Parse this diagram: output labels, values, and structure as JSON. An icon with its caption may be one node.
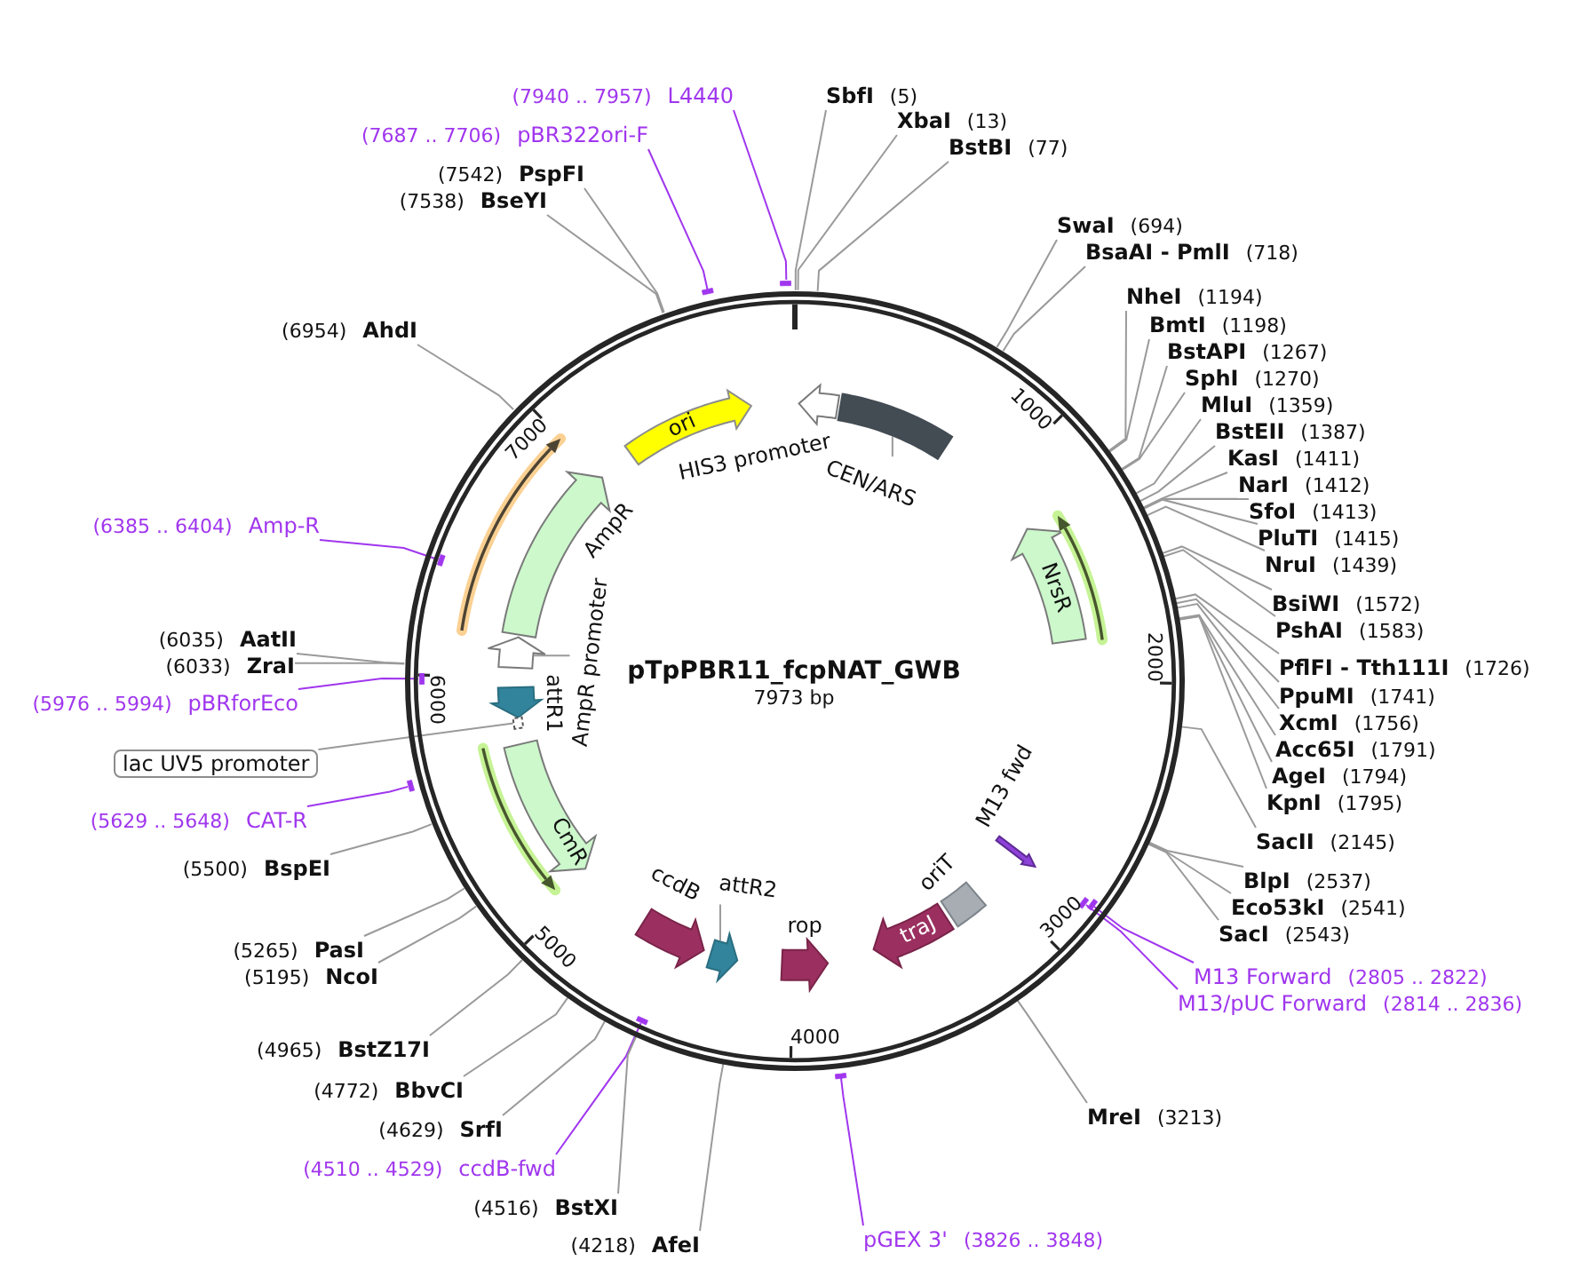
{
  "diagram": {
    "nodes": [
      {
        "text": [
          "pTpPBR11_fcpNAT_GWB",
          "7973 bp"
        ]
      },
      {
        "text": [
          "ori"
        ],
        "in": 0
      },
      {
        "text": [],
        "shape": "arrow",
        "in": 0,
        "beside": [
          "HIS3 promoter"
        ]
      },
      {
        "text": [],
        "shape": "bar",
        "in": 0
      },
      {
        "text": [
          "CEN/ARS"
        ],
        "in": 0
      },
      {
        "text": [],
        "shape": "arrow",
        "in": 0
      },
      {
        "text": [],
        "shape": "arrow",
        "in": 0,
        "beside": [
          "AmpR"
        ]
      },
      {
        "text": [],
        "shape": "arrow",
        "in": 0
      },
      {
        "text": [
          "AmpR promoter"
        ],
        "in": 0
      },
      {
        "text": [
          "NrsR"
        ],
        "in": 0
      },
      {
        "text": [],
        "shape": "arrow",
        "in": 0
      },
      {
        "text": [],
        "shape": "arrow",
        "in": 0,
        "beside": [
          "attR1"
        ]
      },
      {
        "text": [],
        "shape": "bar",
        "in": 0
      },
      {
        "text": [
          "CmR"
        ],
        "in": 0
      },
      {
        "text": [],
        "shape": "arrow",
        "in": 0
      },
      {
        "text": [],
        "shape": "arrow",
        "in": 0,
        "beside": [
          "M13 fwd"
        ]
      },
      {
        "text": [],
        "shape": "box",
        "in": 0,
        "beside": [
          "oriT"
        ]
      },
      {
        "text": [
          "traJ"
        ],
        "in": 0
      },
      {
        "text": [],
        "shape": "arrow",
        "in": 0,
        "beside": [
          "ccdB"
        ]
      },
      {
        "text": [],
        "shape": "arrow",
        "in": 0
      },
      {
        "text": [
          "attR2"
        ],
        "in": 0
      },
      {
        "text": [],
        "shape": "arrow",
        "in": 0,
        "beside": [
          "rop"
        ]
      },
      {
        "text": [
          "lac UV5 promoter"
        ]
      },
      {
        "text": [
          "SbfI",
          "(5)"
        ]
      },
      {
        "text": [
          "XbaI",
          "(13)"
        ]
      },
      {
        "text": [
          "BstBI",
          "(77)"
        ]
      },
      {
        "text": [
          "SwaI",
          "(694)"
        ]
      },
      {
        "text": [
          "BsaAI - PmlI",
          "(718)"
        ]
      },
      {
        "text": [
          "NheI",
          "(1194)"
        ]
      },
      {
        "text": [
          "BmtI",
          "(1198)"
        ]
      },
      {
        "text": [
          "BstAPI",
          "(1267)"
        ]
      },
      {
        "text": [
          "SphI",
          "(1270)"
        ]
      },
      {
        "text": [
          "MluI",
          "(1359)"
        ]
      },
      {
        "text": [
          "BstEII",
          "(1387)"
        ]
      },
      {
        "text": [
          "KasI",
          "(1411)"
        ]
      },
      {
        "text": [
          "NarI",
          "(1412)"
        ]
      },
      {
        "text": [
          "SfoI",
          "(1413)"
        ]
      },
      {
        "text": [
          "PluTI",
          "(1415)"
        ]
      },
      {
        "text": [
          "NruI",
          "(1439)"
        ]
      },
      {
        "text": [
          "BsiWI",
          "(1572)"
        ]
      },
      {
        "text": [
          "PshAI",
          "(1583)"
        ]
      },
      {
        "text": [
          "PflFI - Tth111I",
          "(1726)"
        ]
      },
      {
        "text": [
          "PpuMI",
          "(1741)"
        ]
      },
      {
        "text": [
          "XcmI",
          "(1756)"
        ]
      },
      {
        "text": [
          "Acc65I",
          "(1791)"
        ]
      },
      {
        "text": [
          "AgeI",
          "(1794)"
        ]
      },
      {
        "text": [
          "KpnI",
          "(1795)"
        ]
      },
      {
        "text": [
          "SacII",
          "(2145)"
        ]
      },
      {
        "text": [
          "BlpI",
          "(2537)"
        ]
      },
      {
        "text": [
          "Eco53kI",
          "(2541)"
        ]
      },
      {
        "text": [
          "SacI",
          "(2543)"
        ]
      },
      {
        "text": [
          "M13 Forward",
          "(2805 .. 2822)"
        ]
      },
      {
        "text": [],
        "shape": "bar",
        "in": 0
      },
      {
        "text": [
          "M13/pUC Forward",
          "(2814 .. 2836)"
        ]
      },
      {
        "text": [],
        "shape": "bar",
        "in": 0
      },
      {
        "text": [
          "MreI",
          "(3213)"
        ]
      },
      {
        "text": [
          "pGEX 3'",
          "(3826 .. 3848)"
        ]
      },
      {
        "text": [],
        "shape": "bar"
      },
      {
        "text": [
          "(4218)",
          "AfeI"
        ]
      },
      {
        "text": [
          "(4510 .. 4529)",
          "ccdB-fwd"
        ]
      },
      {
        "text": [],
        "shape": "bar",
        "in": 0
      },
      {
        "text": [
          "(4516)",
          "BstXI"
        ]
      },
      {
        "text": [
          "(4629)",
          "SrfI"
        ]
      },
      {
        "text": [
          "(4772)",
          "BbvCI"
        ]
      },
      {
        "text": [
          "(4965)",
          "BstZ17I"
        ]
      },
      {
        "text": [
          "(5195)",
          "NcoI"
        ]
      },
      {
        "text": [
          "(5265)",
          "PasI"
        ]
      },
      {
        "text": [
          "(5500)",
          "BspEI"
        ]
      },
      {
        "text": [
          "(5629 .. 5648)",
          "CAT-R"
        ]
      },
      {
        "text": [],
        "shape": "bar"
      },
      {
        "text": [
          "(5976 .. 5994)",
          "pBRforEco"
        ]
      },
      {
        "text": [],
        "shape": "bar",
        "in": 0
      },
      {
        "text": [
          "(6033)",
          "ZraI"
        ]
      },
      {
        "text": [
          "(6035)",
          "AatII"
        ]
      },
      {
        "text": [
          "(6385 .. 6404)",
          "Amp-R"
        ]
      },
      {
        "text": [],
        "shape": "bar",
        "in": 0
      },
      {
        "text": [
          "(6954)",
          "AhdI"
        ]
      },
      {
        "text": [
          "(7538)",
          "BseYI"
        ]
      },
      {
        "text": [
          "(7542)",
          "PspFI"
        ]
      },
      {
        "text": [
          "(7687 .. 7706)",
          "pBR322ori-F"
        ]
      },
      {
        "text": [],
        "shape": "bar"
      },
      {
        "text": [
          "(7940 .. 7957)",
          "L4440"
        ]
      },
      {
        "text": [],
        "shape": "bar"
      }
    ],
    "edges": [
      {
        "from": 4,
        "to": 3,
        "arrow": "none"
      },
      {
        "from": 8,
        "to": 7,
        "arrow": "none"
      },
      {
        "from": 20,
        "to": 19,
        "arrow": "none"
      },
      {
        "from": 22,
        "to": 12,
        "arrow": "none"
      },
      {
        "from": 23,
        "to": 0,
        "arrow": "none"
      },
      {
        "from": 24,
        "to": 0,
        "arrow": "none"
      },
      {
        "from": 25,
        "to": 0,
        "arrow": "none"
      },
      {
        "from": 26,
        "to": 0,
        "arrow": "none"
      },
      {
        "from": 27,
        "to": 0,
        "arrow": "none"
      },
      {
        "from": 28,
        "to": 0,
        "arrow": "none"
      },
      {
        "from": 29,
        "to": 0,
        "arrow": "none"
      },
      {
        "from": 30,
        "to": 0,
        "arrow": "none"
      },
      {
        "from": 31,
        "to": 0,
        "arrow": "none"
      },
      {
        "from": 32,
        "to": 0,
        "arrow": "none"
      },
      {
        "from": 33,
        "to": 0,
        "arrow": "none"
      },
      {
        "from": 34,
        "to": 0,
        "arrow": "none"
      },
      {
        "from": 35,
        "to": 0,
        "arrow": "none"
      },
      {
        "from": 36,
        "to": 0,
        "arrow": "none"
      },
      {
        "from": 37,
        "to": 0,
        "arrow": "none"
      },
      {
        "from": 38,
        "to": 0,
        "arrow": "none"
      },
      {
        "from": 39,
        "to": 0,
        "arrow": "none"
      },
      {
        "from": 40,
        "to": 0,
        "arrow": "none"
      },
      {
        "from": 41,
        "to": 0,
        "arrow": "none"
      },
      {
        "from": 42,
        "to": 0,
        "arrow": "none"
      },
      {
        "from": 43,
        "to": 0,
        "arrow": "none"
      },
      {
        "from": 44,
        "to": 0,
        "arrow": "none"
      },
      {
        "from": 45,
        "to": 0,
        "arrow": "none"
      },
      {
        "from": 46,
        "to": 0,
        "arrow": "none"
      },
      {
        "from": 47,
        "to": 0,
        "arrow": "none"
      },
      {
        "from": 48,
        "to": 0,
        "arrow": "none"
      },
      {
        "from": 49,
        "to": 0,
        "arrow": "none"
      },
      {
        "from": 50,
        "to": 0,
        "arrow": "none"
      },
      {
        "from": 51,
        "to": 52,
        "arrow": "none",
        "color": "#a036ee"
      },
      {
        "from": 53,
        "to": 54,
        "arrow": "none",
        "color": "#a036ee"
      },
      {
        "from": 55,
        "to": 0,
        "arrow": "none"
      },
      {
        "from": 56,
        "to": 57,
        "arrow": "none",
        "color": "#a036ee"
      },
      {
        "from": 58,
        "to": 0,
        "arrow": "none"
      },
      {
        "from": 59,
        "to": 60,
        "arrow": "none",
        "color": "#a036ee"
      },
      {
        "from": 61,
        "to": 0,
        "arrow": "none"
      },
      {
        "from": 62,
        "to": 0,
        "arrow": "none"
      },
      {
        "from": 63,
        "to": 0,
        "arrow": "none"
      },
      {
        "from": 64,
        "to": 0,
        "arrow": "none"
      },
      {
        "from": 65,
        "to": 0,
        "arrow": "none"
      },
      {
        "from": 66,
        "to": 0,
        "arrow": "none"
      },
      {
        "from": 67,
        "to": 0,
        "arrow": "none"
      },
      {
        "from": 68,
        "to": 69,
        "arrow": "none",
        "color": "#a036ee"
      },
      {
        "from": 70,
        "to": 71,
        "arrow": "none",
        "color": "#a036ee"
      },
      {
        "from": 72,
        "to": 0,
        "arrow": "none"
      },
      {
        "from": 73,
        "to": 0,
        "arrow": "none"
      },
      {
        "from": 74,
        "to": 75,
        "arrow": "none",
        "color": "#a036ee"
      },
      {
        "from": 76,
        "to": 0,
        "arrow": "none"
      },
      {
        "from": 77,
        "to": 0,
        "arrow": "none"
      },
      {
        "from": 78,
        "to": 0,
        "arrow": "none"
      },
      {
        "from": 79,
        "to": 80,
        "arrow": "none",
        "color": "#a036ee"
      },
      {
        "from": 81,
        "to": 82,
        "arrow": "none",
        "color": "#a036ee"
      }
    ],
    "labels": [
      "1000",
      "2000",
      "3000",
      "4000",
      "5000",
      "6000",
      "7000"
    ]
  }
}
